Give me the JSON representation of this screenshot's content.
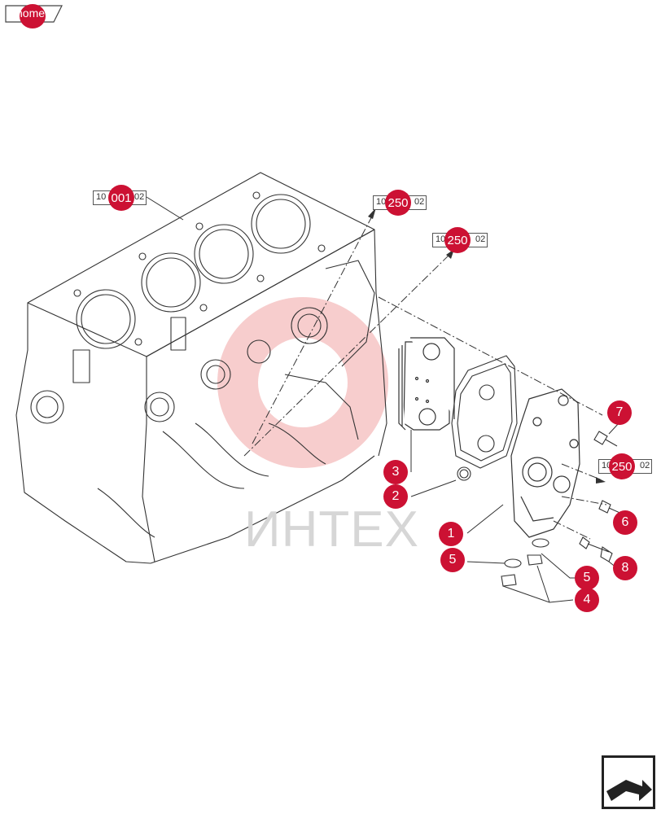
{
  "home": {
    "label": "home"
  },
  "watermark": {
    "text": "ИНТЕХ"
  },
  "refs": [
    {
      "prefix": "10",
      "number": "001",
      "suffix": "02"
    },
    {
      "prefix": "10",
      "number": "250",
      "suffix": "02"
    },
    {
      "prefix": "10",
      "number": "250",
      "suffix": "02"
    },
    {
      "prefix": "10",
      "number": "250",
      "suffix": "02"
    }
  ],
  "callouts": [
    "1",
    "2",
    "3",
    "4",
    "5",
    "5",
    "6",
    "7",
    "8"
  ],
  "colors": {
    "badge": "#cc1133",
    "watermark_logo": "#f4b8b8"
  },
  "icons": {
    "next_page": "next-page-arrow-icon"
  }
}
